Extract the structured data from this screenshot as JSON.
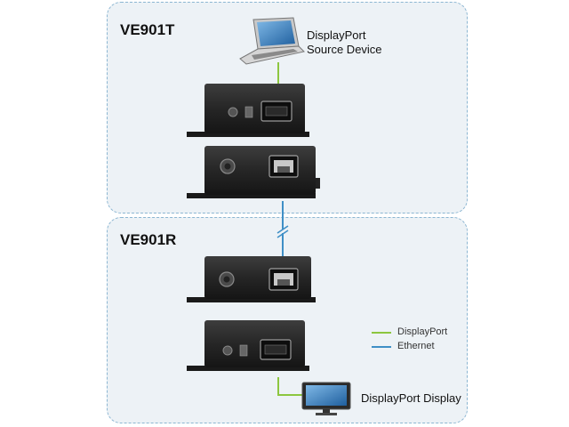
{
  "transmitter": {
    "title": "VE901T"
  },
  "receiver": {
    "title": "VE901R"
  },
  "source": {
    "line1": "DisplayPort",
    "line2": "Source Device"
  },
  "display": {
    "label": "DisplayPort Display"
  },
  "legend": [
    {
      "label": "DisplayPort",
      "color": "#8cc63f"
    },
    {
      "label": "Ethernet",
      "color": "#3f8fc6"
    }
  ],
  "colors": {
    "panel_border": "#8cb6d2",
    "panel_fill": "#edf2f6",
    "device_body": "#2b2b2b"
  }
}
